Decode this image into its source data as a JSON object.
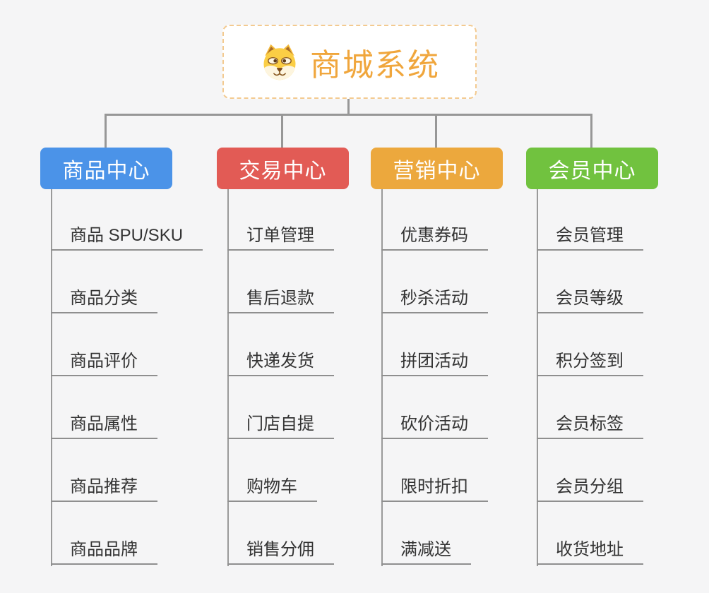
{
  "root": {
    "title": "商城系统",
    "icon": "dog-face-icon",
    "title_color": "#f0a63c",
    "border_color": "#f3ca90"
  },
  "connector_color": "#979797",
  "background_color": "#f5f5f6",
  "branches": [
    {
      "label": "商品中心",
      "color": "#4b93e8",
      "children": [
        "商品 SPU/SKU",
        "商品分类",
        "商品评价",
        "商品属性",
        "商品推荐",
        "商品品牌"
      ]
    },
    {
      "label": "交易中心",
      "color": "#e25b55",
      "children": [
        "订单管理",
        "售后退款",
        "快递发货",
        "门店自提",
        "购物车",
        "销售分佣"
      ]
    },
    {
      "label": "营销中心",
      "color": "#eca83d",
      "children": [
        "优惠券码",
        "秒杀活动",
        "拼团活动",
        "砍价活动",
        "限时折扣",
        "满减送"
      ]
    },
    {
      "label": "会员中心",
      "color": "#71c23f",
      "children": [
        "会员管理",
        "会员等级",
        "积分签到",
        "会员标签",
        "会员分组",
        "收货地址"
      ]
    }
  ]
}
